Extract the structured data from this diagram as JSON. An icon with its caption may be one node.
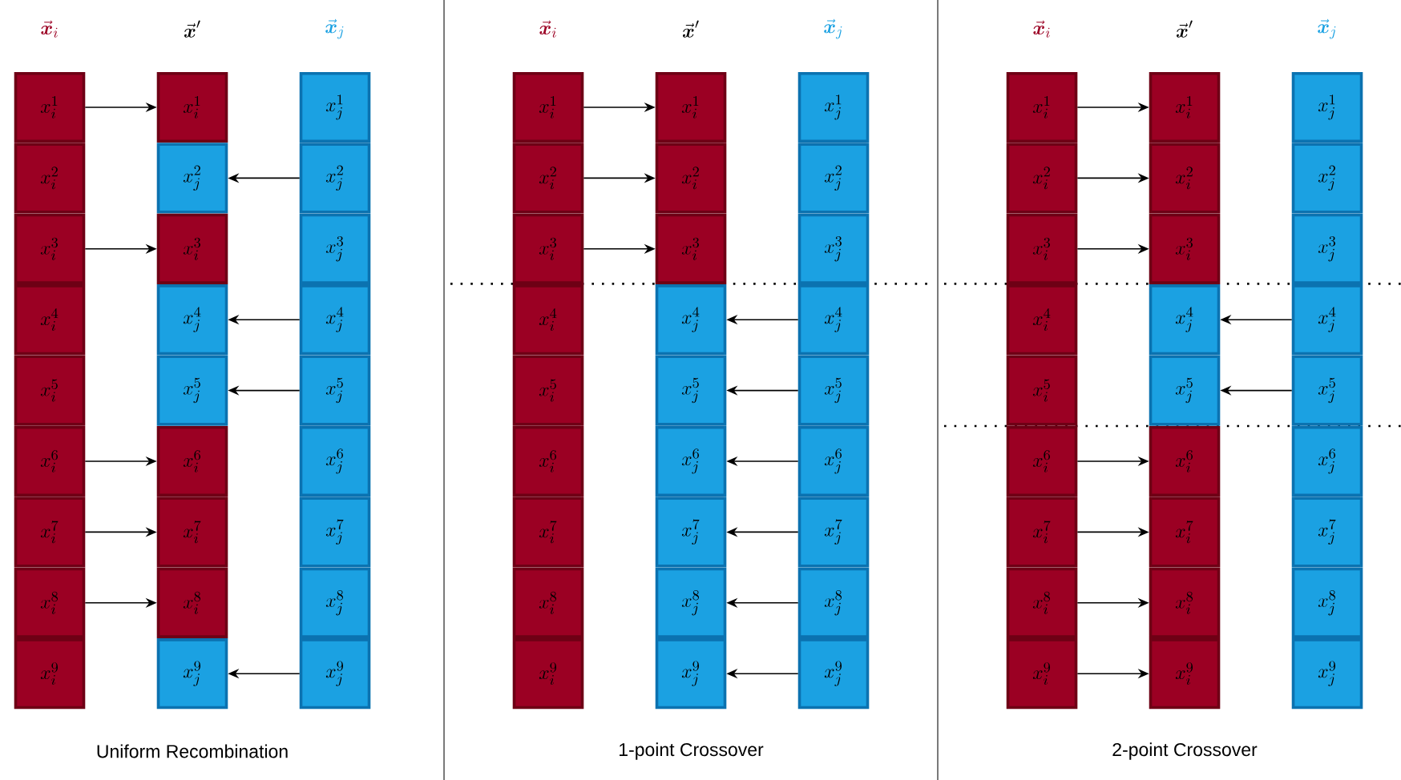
{
  "diagram": {
    "nodes": [
      {
        "text": [
          "x_i^1"
        ]
      },
      {
        "text": [
          "x_i^2"
        ]
      },
      {
        "text": [
          "x_i^3"
        ]
      },
      {
        "text": [
          "x_i^4"
        ]
      },
      {
        "text": [
          "x_i^5"
        ]
      },
      {
        "text": [
          "x_i^6"
        ]
      },
      {
        "text": [
          "x_i^7"
        ]
      },
      {
        "text": [
          "x_i^8"
        ]
      },
      {
        "text": [
          "x_i^9"
        ]
      },
      {
        "text": [
          "x_i^1"
        ]
      },
      {
        "text": [
          "x_j^2"
        ]
      },
      {
        "text": [
          "x_i^3"
        ]
      },
      {
        "text": [
          "x_j^4"
        ]
      },
      {
        "text": [
          "x_j^5"
        ]
      },
      {
        "text": [
          "x_i^6"
        ]
      },
      {
        "text": [
          "x_i^7"
        ]
      },
      {
        "text": [
          "x_i^8"
        ]
      },
      {
        "text": [
          "x_j^9"
        ]
      },
      {
        "text": [
          "x_j^1"
        ]
      },
      {
        "text": [
          "x_j^2"
        ]
      },
      {
        "text": [
          "x_j^3"
        ]
      },
      {
        "text": [
          "x_j^4"
        ]
      },
      {
        "text": [
          "x_j^5"
        ]
      },
      {
        "text": [
          "x_j^6"
        ]
      },
      {
        "text": [
          "x_j^7"
        ]
      },
      {
        "text": [
          "x_j^8"
        ]
      },
      {
        "text": [
          "x_j^9"
        ]
      },
      {
        "text": [
          "x_i^1"
        ]
      },
      {
        "text": [
          "x_i^2"
        ]
      },
      {
        "text": [
          "x_i^3"
        ]
      },
      {
        "text": [
          "x_i^4"
        ]
      },
      {
        "text": [
          "x_i^5"
        ]
      },
      {
        "text": [
          "x_i^6"
        ]
      },
      {
        "text": [
          "x_i^7"
        ]
      },
      {
        "text": [
          "x_i^8"
        ]
      },
      {
        "text": [
          "x_i^9"
        ]
      },
      {
        "text": [
          "x_i^1"
        ]
      },
      {
        "text": [
          "x_i^2"
        ]
      },
      {
        "text": [
          "x_i^3"
        ]
      },
      {
        "text": [
          "x_j^4"
        ]
      },
      {
        "text": [
          "x_j^5"
        ]
      },
      {
        "text": [
          "x_j^6"
        ]
      },
      {
        "text": [
          "x_j^7"
        ]
      },
      {
        "text": [
          "x_j^8"
        ]
      },
      {
        "text": [
          "x_j^9"
        ]
      },
      {
        "text": [
          "x_j^1"
        ]
      },
      {
        "text": [
          "x_j^2"
        ]
      },
      {
        "text": [
          "x_j^3"
        ]
      },
      {
        "text": [
          "x_j^4"
        ]
      },
      {
        "text": [
          "x_j^5"
        ]
      },
      {
        "text": [
          "x_j^6"
        ]
      },
      {
        "text": [
          "x_j^7"
        ]
      },
      {
        "text": [
          "x_j^8"
        ]
      },
      {
        "text": [
          "x_j^9"
        ]
      },
      {
        "text": [
          "x_i^1"
        ]
      },
      {
        "text": [
          "x_i^2"
        ]
      },
      {
        "text": [
          "x_i^3"
        ]
      },
      {
        "text": [
          "x_i^4"
        ]
      },
      {
        "text": [
          "x_i^5"
        ]
      },
      {
        "text": [
          "x_i^6"
        ]
      },
      {
        "text": [
          "x_i^7"
        ]
      },
      {
        "text": [
          "x_i^8"
        ]
      },
      {
        "text": [
          "x_i^9"
        ]
      },
      {
        "text": [
          "x_i^1"
        ]
      },
      {
        "text": [
          "x_i^2"
        ]
      },
      {
        "text": [
          "x_i^3"
        ]
      },
      {
        "text": [
          "x_j^4"
        ]
      },
      {
        "text": [
          "x_j^5"
        ]
      },
      {
        "text": [
          "x_i^6"
        ]
      },
      {
        "text": [
          "x_i^7"
        ]
      },
      {
        "text": [
          "x_i^8"
        ]
      },
      {
        "text": [
          "x_i^9"
        ]
      },
      {
        "text": [
          "x_j^1"
        ]
      },
      {
        "text": [
          "x_j^2"
        ]
      },
      {
        "text": [
          "x_j^3"
        ]
      },
      {
        "text": [
          "x_j^4"
        ]
      },
      {
        "text": [
          "x_j^5"
        ]
      },
      {
        "text": [
          "x_j^6"
        ]
      },
      {
        "text": [
          "x_j^7"
        ]
      },
      {
        "text": [
          "x_j^8"
        ]
      },
      {
        "text": [
          "x_j^9"
        ]
      }
    ],
    "edges": [
      {
        "from": 0,
        "to": 9,
        "arrow": "to"
      },
      {
        "from": 19,
        "to": 10,
        "arrow": "to"
      },
      {
        "from": 2,
        "to": 11,
        "arrow": "to"
      },
      {
        "from": 21,
        "to": 12,
        "arrow": "to"
      },
      {
        "from": 22,
        "to": 13,
        "arrow": "to"
      },
      {
        "from": 5,
        "to": 14,
        "arrow": "to"
      },
      {
        "from": 6,
        "to": 15,
        "arrow": "to"
      },
      {
        "from": 7,
        "to": 16,
        "arrow": "to"
      },
      {
        "from": 26,
        "to": 17,
        "arrow": "to"
      },
      {
        "from": 27,
        "to": 36,
        "arrow": "to"
      },
      {
        "from": 28,
        "to": 37,
        "arrow": "to"
      },
      {
        "from": 29,
        "to": 38,
        "arrow": "to"
      },
      {
        "from": 48,
        "to": 39,
        "arrow": "to"
      },
      {
        "from": 49,
        "to": 40,
        "arrow": "to"
      },
      {
        "from": 50,
        "to": 41,
        "arrow": "to"
      },
      {
        "from": 51,
        "to": 42,
        "arrow": "to"
      },
      {
        "from": 52,
        "to": 43,
        "arrow": "to"
      },
      {
        "from": 53,
        "to": 44,
        "arrow": "to"
      },
      {
        "from": 54,
        "to": 63,
        "arrow": "to"
      },
      {
        "from": 55,
        "to": 64,
        "arrow": "to"
      },
      {
        "from": 56,
        "to": 65,
        "arrow": "to"
      },
      {
        "from": 75,
        "to": 66,
        "arrow": "to"
      },
      {
        "from": 76,
        "to": 67,
        "arrow": "to"
      },
      {
        "from": 59,
        "to": 68,
        "arrow": "to"
      },
      {
        "from": 60,
        "to": 69,
        "arrow": "to"
      },
      {
        "from": 61,
        "to": 70,
        "arrow": "to"
      },
      {
        "from": 62,
        "to": 71,
        "arrow": "to"
      }
    ],
    "labels": [
      "\\vec{\\boldsymbol{x}}_i",
      "\\vec{\\boldsymbol{x}}'",
      "\\vec{\\boldsymbol{x}}_j",
      "\\vec{\\boldsymbol{x}}_i",
      "\\vec{\\boldsymbol{x}}'",
      "\\vec{\\boldsymbol{x}}_j",
      "\\vec{\\boldsymbol{x}}_i",
      "\\vec{\\boldsymbol{x}}'",
      "\\vec{\\boldsymbol{x}}_j",
      "Uniform Recombination",
      "1-point Crossover",
      "2-point Crossover"
    ]
  }
}
